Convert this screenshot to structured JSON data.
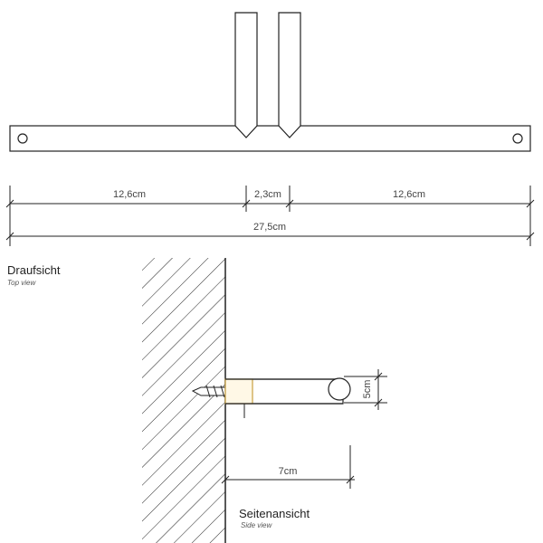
{
  "top_view": {
    "dimensions": {
      "left_segment": "12,6cm",
      "gap": "2,3cm",
      "right_segment": "12,6cm",
      "total": "27,5cm"
    },
    "heading": "Draufsicht",
    "subheading": "Top view"
  },
  "side_view": {
    "depth": "7cm",
    "diameter": "5cm",
    "heading": "Seitenansicht",
    "subheading": "Side view"
  },
  "colors": {
    "line": "#222222",
    "text": "#444444",
    "screw_accent": "#c8a040"
  }
}
